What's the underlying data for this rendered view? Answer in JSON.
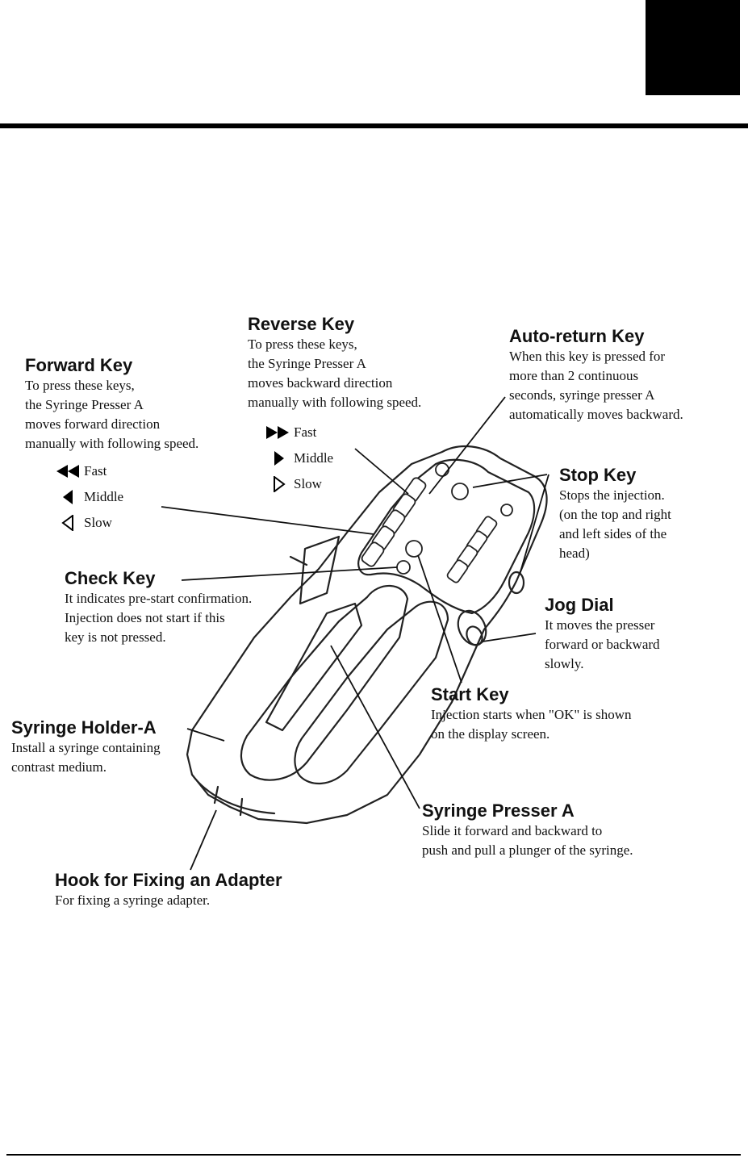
{
  "labels": {
    "forward": {
      "title": "Forward Key",
      "desc": [
        "To press these keys,",
        "the Syringe Presser A",
        "moves forward direction",
        "manually with following speed."
      ],
      "speeds": [
        "Fast",
        "Middle",
        "Slow"
      ]
    },
    "reverse": {
      "title": "Reverse Key",
      "desc": [
        "To press these keys,",
        "the Syringe Presser A",
        "moves backward direction",
        "manually with following speed."
      ],
      "speeds": [
        "Fast",
        "Middle",
        "Slow"
      ]
    },
    "autoreturn": {
      "title": "Auto-return Key",
      "desc": [
        "When this key is pressed for",
        "more than 2 continuous",
        "seconds, syringe presser A",
        "automatically moves backward."
      ]
    },
    "stop": {
      "title": "Stop Key",
      "desc": [
        "Stops the injection.",
        "(on the top and right",
        "and left sides of the",
        "head)"
      ]
    },
    "check": {
      "title": "Check Key",
      "desc": [
        "It indicates pre-start confirmation.",
        "Injection does not start if this",
        "key is not pressed."
      ]
    },
    "jog": {
      "title": "Jog Dial",
      "desc": [
        "It moves the presser",
        "forward or backward",
        "slowly."
      ]
    },
    "start": {
      "title": "Start Key",
      "desc": [
        "Injection starts when \"OK\" is shown",
        "on the display screen."
      ]
    },
    "holder": {
      "title": "Syringe Holder-A",
      "desc": [
        "Install a syringe containing",
        "contrast medium."
      ]
    },
    "presser": {
      "title": "Syringe Presser A",
      "desc": [
        "Slide it forward and backward to",
        "push and pull a plunger of the syringe."
      ]
    },
    "hook": {
      "title": "Hook for Fixing an Adapter",
      "desc": [
        "For fixing a syringe adapter."
      ]
    }
  }
}
